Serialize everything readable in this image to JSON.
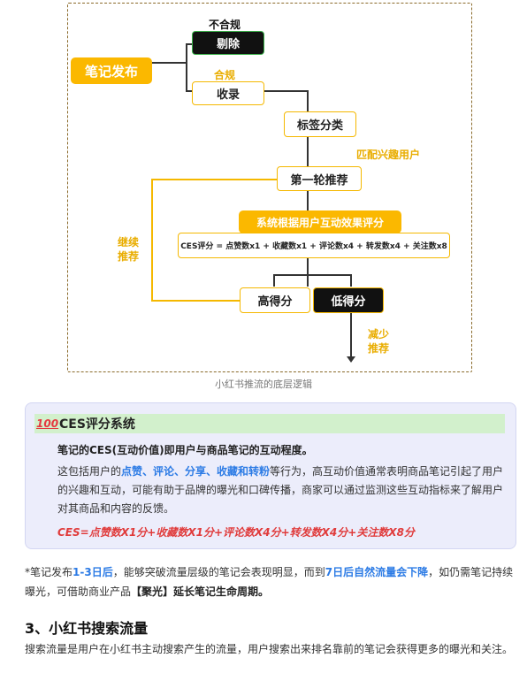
{
  "flowchart": {
    "publish": "笔记发布",
    "label_fail": "不合规",
    "delete": "剔除",
    "label_pass": "合规",
    "include": "收录",
    "tag": "标签分类",
    "match_users": "匹配兴趣用户",
    "first_round": "第一轮推荐",
    "scoring": "系统根据用户互动效果评分",
    "ces_formula": "CES评分 = 点赞数x1 + 收藏数x1 + 评论数x4 + 转发数x4 + 关注数x8",
    "continue_line1": "继续",
    "continue_line2": "推荐",
    "high_score": "高得分",
    "low_score": "低得分",
    "reduce_line1": "减少",
    "reduce_line2": "推荐",
    "caption": "小红书推流的底层逻辑"
  },
  "ces_card": {
    "icon": "100",
    "title": "CES评分系统",
    "intro": "笔记的CES(互动价值)即用户与商品笔记的互动程度。",
    "desc_prefix": "这包括用户的",
    "desc_highlight": "点赞、评论、分享、收藏和转粉",
    "desc_suffix": "等行为，高互动价值通常表明商品笔记引起了用户的兴趣和互动，可能有助于品牌的曝光和口碑传播，商家可以通过监测这些互动指标来了解用户对其商品和内容的反馈。",
    "formula": "CES=点赞数X1分+收藏数X1分+评论数X4分+转发数X4分+关注数X8分"
  },
  "note": {
    "p1": "*笔记发布",
    "p2": "1-3日后",
    "p3": "，能够突破流量层级的笔记会表现明显，而到",
    "p4": "7日后自然流量会下降",
    "p5": "，如仍需笔记持续曝光，可借助商业产品",
    "p6": "【聚光】延长笔记生命周期。"
  },
  "section": {
    "title": "3、小红书搜索流量",
    "body": "搜索流量是用户在小红书主动搜索产生的流量，用户搜索出来排名靠前的笔记会获得更多的曝光和关注。"
  },
  "colors": {
    "accent_yellow": "#fbb800",
    "highlight_blue": "#2c7be5",
    "formula_red": "#e03b3b",
    "card_bg": "#ecedfb",
    "header_green": "#d2f0cc"
  }
}
